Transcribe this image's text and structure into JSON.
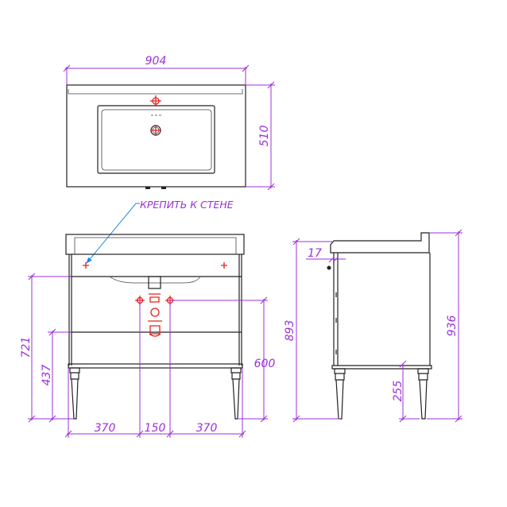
{
  "colors": {
    "dimension": "#9b30d9",
    "outline": "#222222",
    "plumbing": "#e8201c",
    "leader": "#1e88e5"
  },
  "note": "КРЕПИТЬ К СТЕНЕ",
  "top_view": {
    "width": "904",
    "depth": "510"
  },
  "front_view": {
    "height_to_top_line": "721",
    "height_to_mid_line": "437",
    "valve_height": "600",
    "left_offset": "370",
    "valve_spacing": "150",
    "right_offset": "370"
  },
  "side_view": {
    "front_height": "893",
    "total_height": "936",
    "leg_height": "255",
    "door_thickness": "17"
  }
}
